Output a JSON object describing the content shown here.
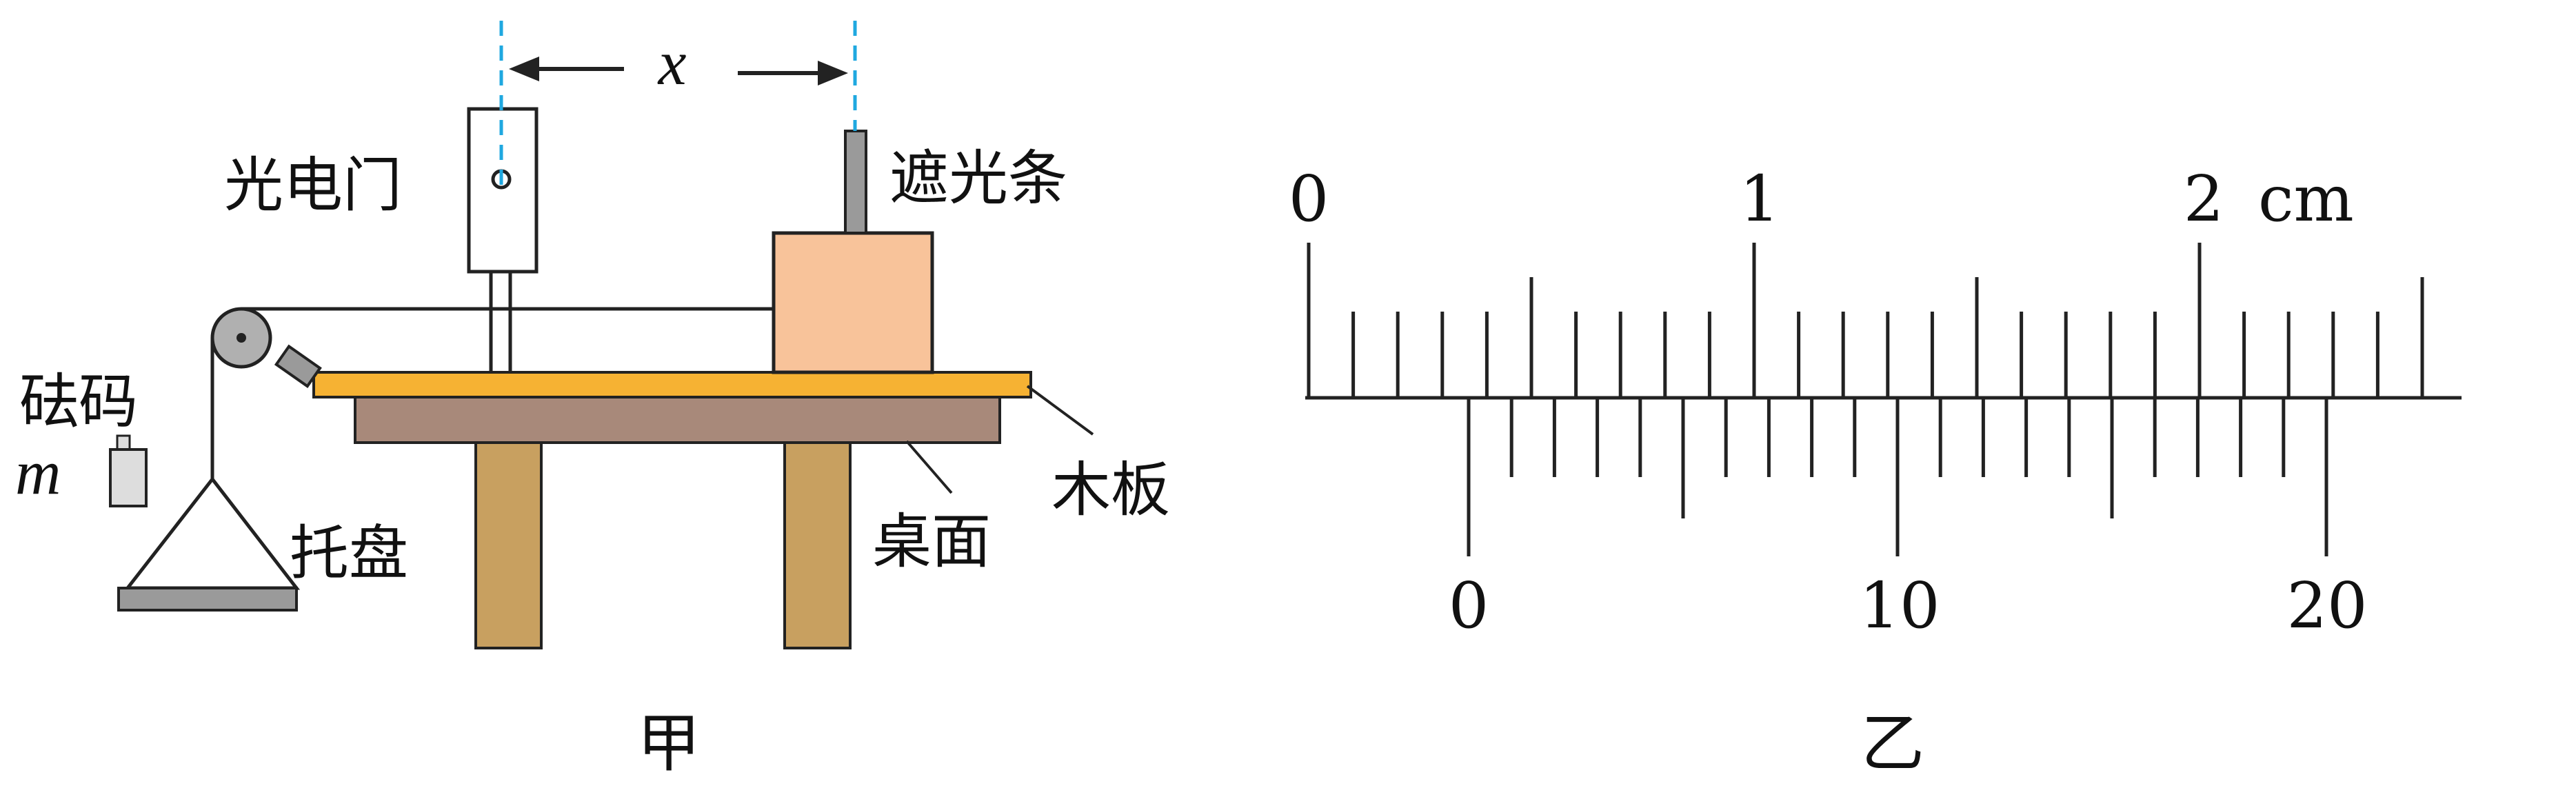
{
  "diagram_a": {
    "caption": "甲",
    "labels": {
      "photogate": "光电门",
      "shading_strip": "遮光条",
      "weight": "砝码",
      "mass_symbol": "m",
      "tray": "托盘",
      "tabletop": "桌面",
      "board": "木板",
      "distance_symbol": "x"
    },
    "colors": {
      "board": "#f6b233",
      "table": "#a8897a",
      "legs": "#c8a060",
      "block": "#f8c39a",
      "dashed_line": "#1fa8e0",
      "strip": "#9a9a9a",
      "tray_bar": "#9a9a9a"
    }
  },
  "diagram_b": {
    "caption": "乙",
    "main_scale": {
      "labels": [
        "0",
        "1",
        "2"
      ],
      "unit": "cm"
    },
    "vernier_scale": {
      "labels": [
        "0",
        "10",
        "20"
      ]
    }
  }
}
